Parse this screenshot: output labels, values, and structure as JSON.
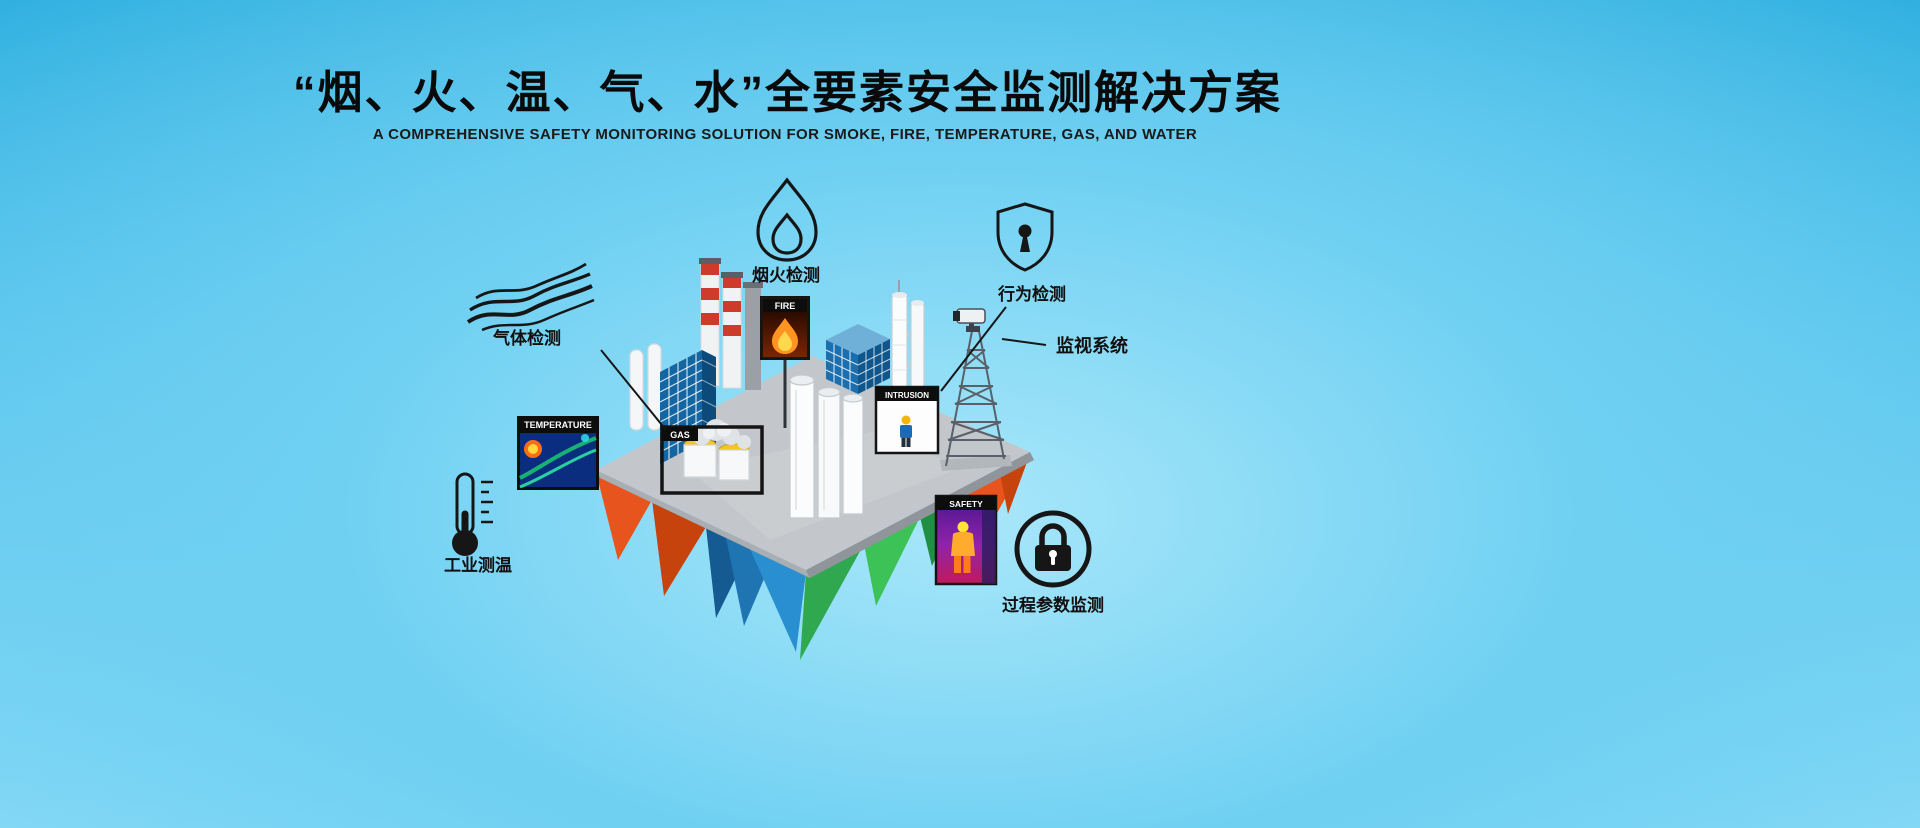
{
  "page": {
    "title": "“烟、火、温、气、水”全要素安全监测解决方案",
    "subtitle": "A COMPREHENSIVE SAFETY MONITORING SOLUTION FOR SMOKE, FIRE, TEMPERATURE, GAS, AND WATER"
  },
  "callouts": {
    "smoke_fire_label": "烟火检测",
    "behavior_label": "行为检测",
    "surveillance_label": "监视系统",
    "gas_label": "气体检测",
    "temperature_label": "工业测温",
    "process_label": "过程参数监测"
  },
  "scene": {
    "fire_sign": "FIRE",
    "temperature_sign": "TEMPERATURE",
    "gas_sign": "GAS",
    "intrusion_sign": "INTRUSION",
    "safety_sign": "SAFETY"
  },
  "colors": {
    "background_top": "#2aadde",
    "background_bottom": "#8edcf7",
    "title_text": "#0a0a0a",
    "outline": "#161616",
    "platform_gray": "#c3c7cb",
    "facet_orange": "#e8541d",
    "facet_blue": "#2a8fd0",
    "facet_green": "#35b24e"
  }
}
